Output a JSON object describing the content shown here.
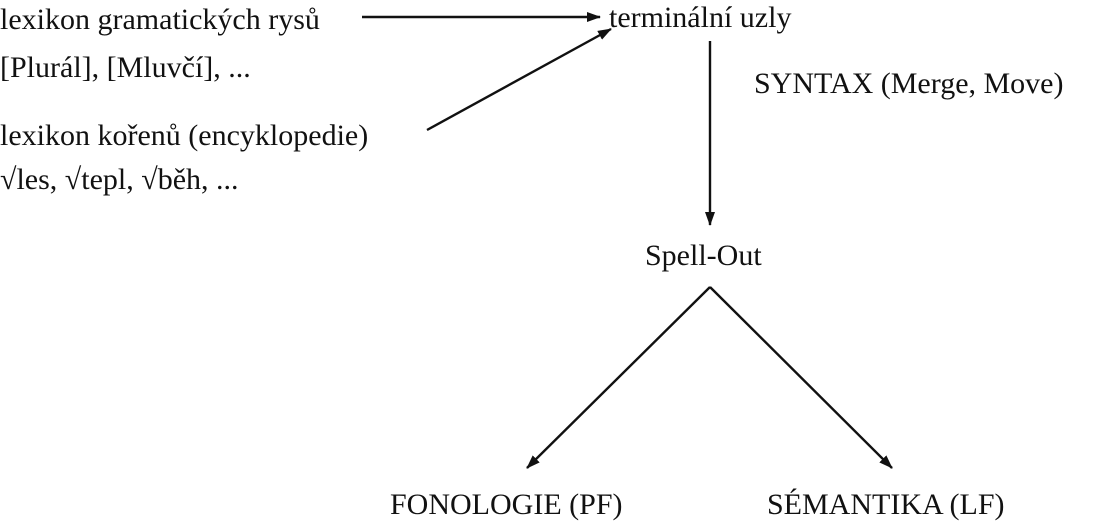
{
  "lexicon_features": {
    "title": "lexikon gramatických rysů",
    "examples": "[Plurál], [Mluvčí], ..."
  },
  "lexicon_roots": {
    "title": "lexikon kořenů (encyklopedie)",
    "examples": "√les, √tepl, √běh, ..."
  },
  "terminal_nodes": "terminální uzly",
  "syntax": "SYNTAX (Merge, Move)",
  "spell_out": "Spell-Out",
  "phonology": "FONOLOGIE (PF)",
  "semantics": "SÉMANTIKA (LF)"
}
